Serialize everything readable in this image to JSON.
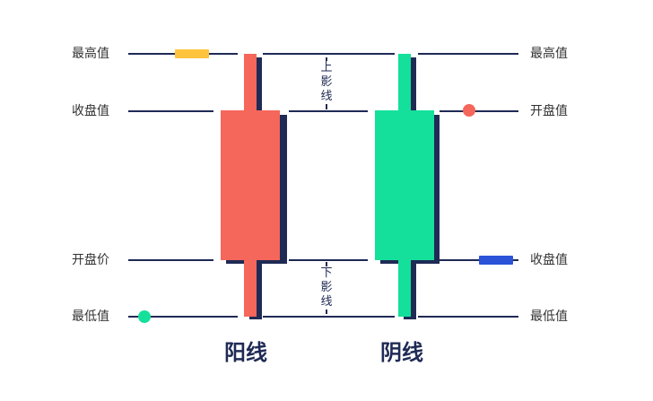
{
  "colors": {
    "line": "#1f2a55",
    "bull": "#f5665b",
    "bear": "#14e09b",
    "shadow": "#1f2a55",
    "marker_high": "#ffc43d",
    "marker_close": "#2a53d8"
  },
  "left_labels": {
    "high": "最高值",
    "close": "收盘值",
    "open": "开盘价",
    "low": "最低值"
  },
  "right_labels": {
    "high": "最高值",
    "open": "开盘值",
    "close": "收盘值",
    "low": "最低值"
  },
  "annotations": {
    "upper_shadow": [
      "上",
      "影",
      "线"
    ],
    "lower_shadow": [
      "下",
      "影",
      "线"
    ]
  },
  "candles": {
    "bull_title": "阳线",
    "bear_title": "阴线"
  },
  "markers": {
    "left_high": "bar",
    "left_low": "dot",
    "right_open": "dot",
    "right_close": "bar"
  }
}
